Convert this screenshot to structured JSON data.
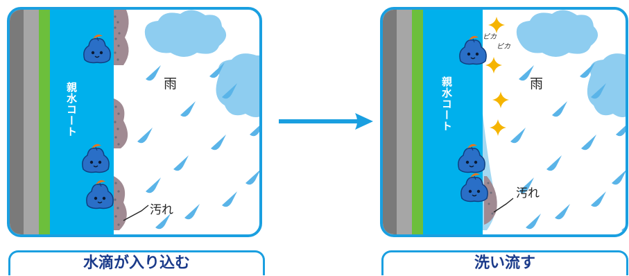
{
  "left_panel": {
    "coat_label": "親水コート",
    "rain_label": "雨",
    "dirt_label": "汚れ",
    "caption": "水滴が入り込む"
  },
  "right_panel": {
    "coat_label": "親水コート",
    "rain_label": "雨",
    "dirt_label": "汚れ",
    "pika_label": "ピカ",
    "pika_label_2": "ピカ",
    "caption": "洗い流す"
  },
  "colors": {
    "frame": "#1a9fe0",
    "coat": "#00b0ec",
    "green_layer": "#6cbf3c",
    "gray_layer": "#8f8f8f",
    "dirt": "#a08a92",
    "rain": "#5ab4e8",
    "cloud": "#8ecdf0",
    "caption_text": "#1a3a8a",
    "sparkle": "#f5b400"
  },
  "icons": [
    "mascot-icon",
    "cloud-icon",
    "raindrop-icon",
    "sparkle-icon",
    "arrow-right-icon"
  ]
}
